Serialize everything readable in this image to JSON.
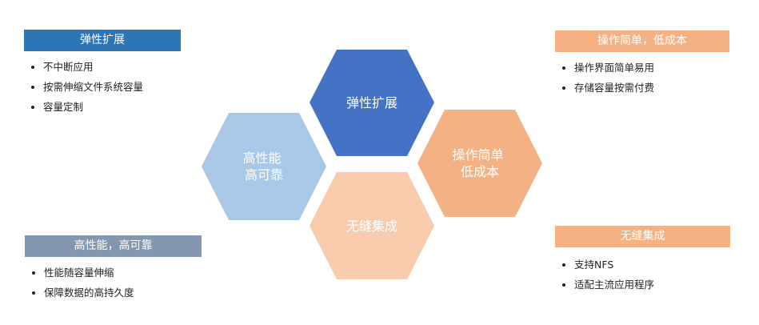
{
  "colors": {
    "elastic": "#4472c4",
    "elastic_header": "#2e75b6",
    "performance": "#a9c8e8",
    "performance_header": "#8497b0",
    "integration": "#f8cbad",
    "integration_header": "#f4b183",
    "simple": "#f4b183",
    "simple_header": "#f4b183"
  },
  "panels": {
    "elastic": {
      "title": "弹性扩展",
      "items": [
        "不中断应用",
        "按需伸缩文件系统容量",
        "容量定制"
      ]
    },
    "simple": {
      "title": "操作简单，低成本",
      "items": [
        "操作界面简单易用",
        "存储容量按需付费"
      ]
    },
    "performance": {
      "title": "高性能，高可靠",
      "items": [
        "性能随容量伸缩",
        "保障数据的高持久度"
      ]
    },
    "integration": {
      "title": "无缝集成",
      "items": [
        "支持NFS",
        "适配主流应用程序"
      ]
    }
  },
  "hexagons": {
    "elastic": {
      "lines": [
        "弹性扩展"
      ]
    },
    "performance": {
      "lines": [
        "高性能",
        "高可靠"
      ]
    },
    "integration": {
      "lines": [
        "无缝集成"
      ]
    },
    "simple": {
      "lines": [
        "操作简单",
        "低成本"
      ]
    }
  }
}
